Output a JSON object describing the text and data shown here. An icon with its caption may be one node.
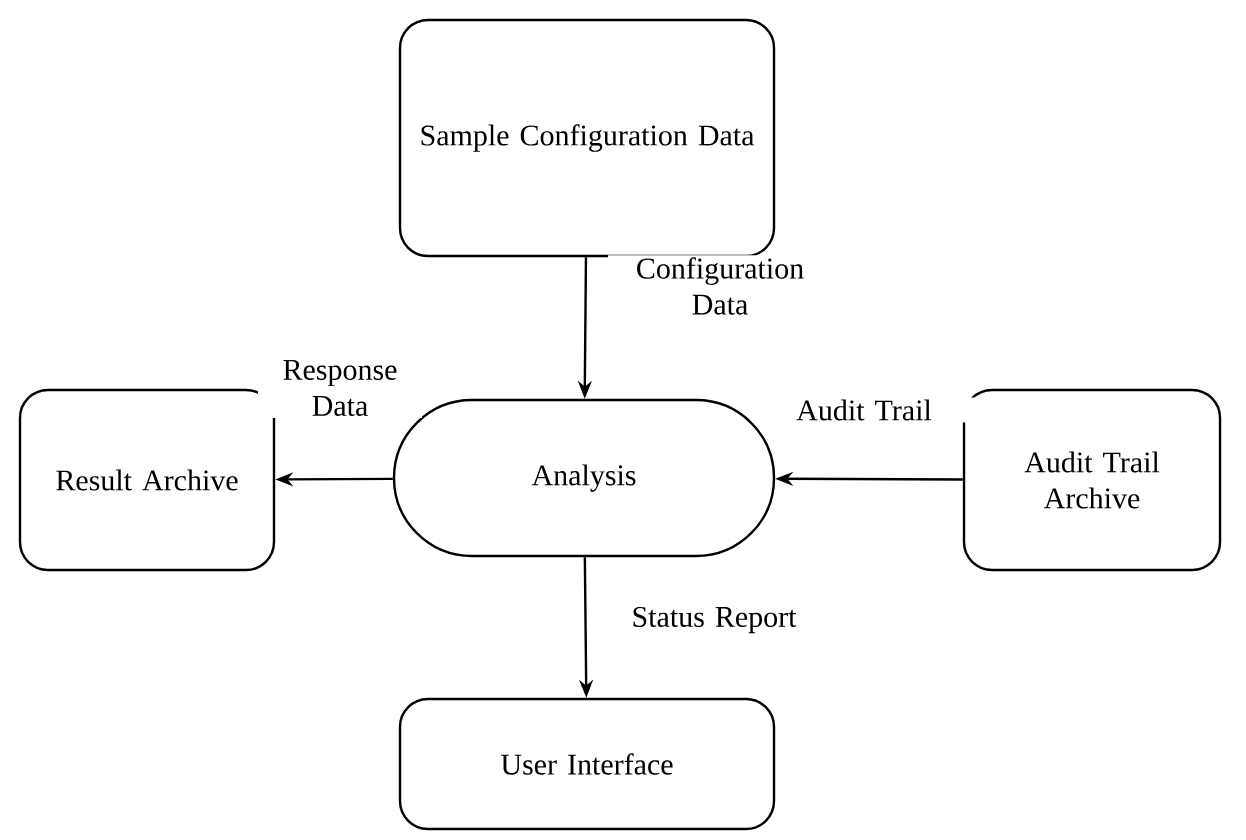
{
  "diagram": {
    "nodes": [
      {
        "text": [
          "Sample Configuration Data"
        ]
      },
      {
        "text": [
          "Result Archive"
        ]
      },
      {
        "text": [
          "Analysis"
        ]
      },
      {
        "text": [
          "Audit Trail Archive"
        ]
      },
      {
        "text": [
          "User Interface"
        ]
      }
    ],
    "edges": [
      {
        "from": 0,
        "to": 2,
        "arrow": "to",
        "label": "Configuration Data"
      },
      {
        "from": 2,
        "to": 1,
        "arrow": "to",
        "label": "Response Data"
      },
      {
        "from": 3,
        "to": 2,
        "arrow": "to",
        "label": "Audit Trail"
      },
      {
        "from": 2,
        "to": 4,
        "arrow": "to",
        "label": "Status Report"
      }
    ]
  }
}
